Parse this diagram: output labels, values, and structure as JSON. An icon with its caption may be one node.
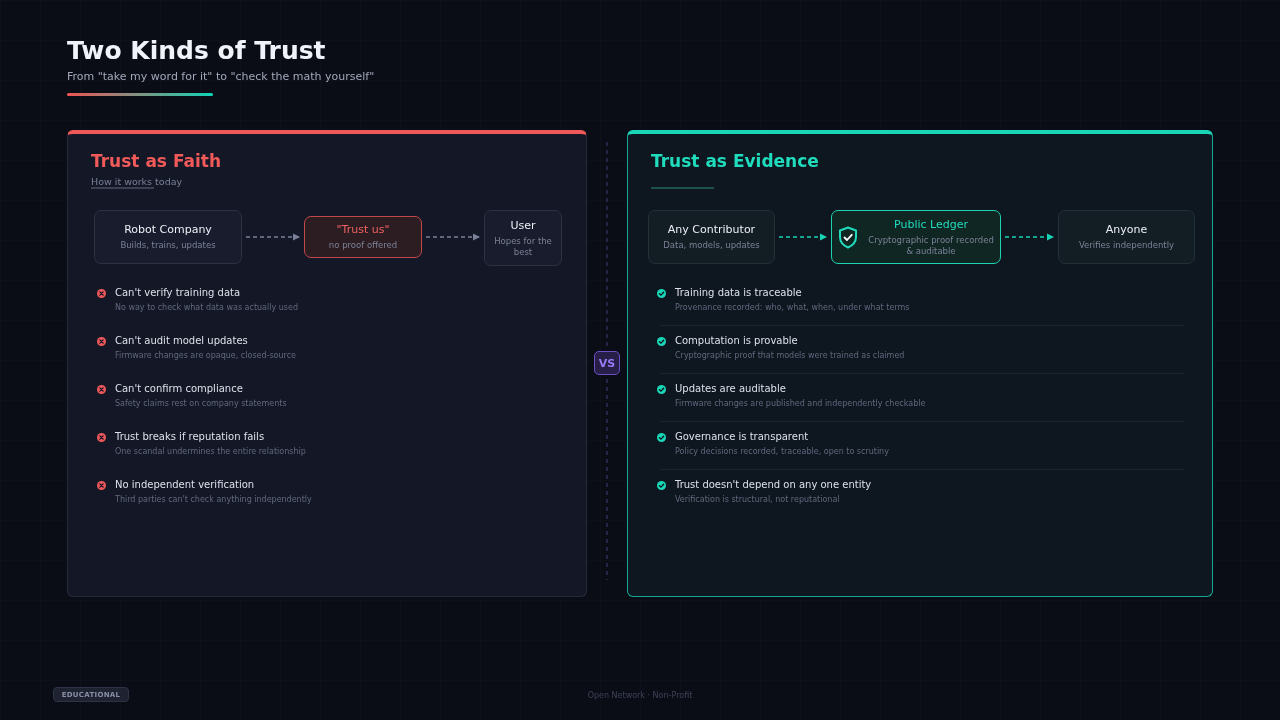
{
  "diagram": {
    "title": "Two Kinds of Trust",
    "nodes": [
      {
        "text": [
          "Trust as Faith",
          "How it works today"
        ]
      },
      {
        "text": [
          "Robot Company",
          "Builds, trains, updates"
        ],
        "in": 0
      },
      {
        "text": [
          "\"Trust us\"",
          "no proof offered"
        ],
        "in": 0
      },
      {
        "text": [
          "User",
          "Hopes for the best"
        ],
        "in": 0
      },
      {
        "text": [
          "VS"
        ]
      },
      {
        "text": [
          "Trust as Evidence"
        ]
      },
      {
        "text": [
          "Any Contributor",
          "Data, models, updates"
        ],
        "in": 5
      },
      {
        "text": [
          "Public Ledger",
          "Cryptographic proof recorded & auditable"
        ],
        "in": 5
      },
      {
        "text": [
          "Anyone",
          "Verifies independently"
        ],
        "in": 5
      },
      {
        "text": [
          "EDUCATIONAL"
        ]
      }
    ],
    "edges": [
      {
        "from": 1,
        "to": 2,
        "arrow": "to",
        "style": "dashed",
        "color": "#7a8096"
      },
      {
        "from": 2,
        "to": 3,
        "arrow": "to",
        "style": "dashed",
        "color": "#7a8096"
      },
      {
        "from": 6,
        "to": 7,
        "arrow": "to",
        "style": "dashed",
        "color": "#19d3b5"
      },
      {
        "from": 7,
        "to": 8,
        "arrow": "to",
        "style": "dashed",
        "color": "#19d3b5"
      }
    ],
    "labels": [
      "From \"take my word for it\" to \"check the math yourself\"",
      "Can't verify training data",
      "No way to check what data was actually used",
      "Can't audit model updates",
      "Firmware changes are opaque, closed-source",
      "Can't confirm compliance",
      "Safety claims rest on company statements",
      "Trust breaks if reputation fails",
      "One scandal undermines the entire relationship",
      "No independent verification",
      "Third parties can't check anything independently",
      "Training data is traceable",
      "Provenance recorded: who, what, when, under what terms",
      "Computation is provable",
      "Cryptographic proof that models were trained as claimed",
      "Updates are auditable",
      "Firmware changes are published and independently checkable",
      "Governance is transparent",
      "Policy decisions recorded, traceable, open to scrutiny",
      "Trust doesn't depend on any one entity",
      "Verification is structural, not reputational",
      "Open Network · Non-Profit"
    ]
  }
}
